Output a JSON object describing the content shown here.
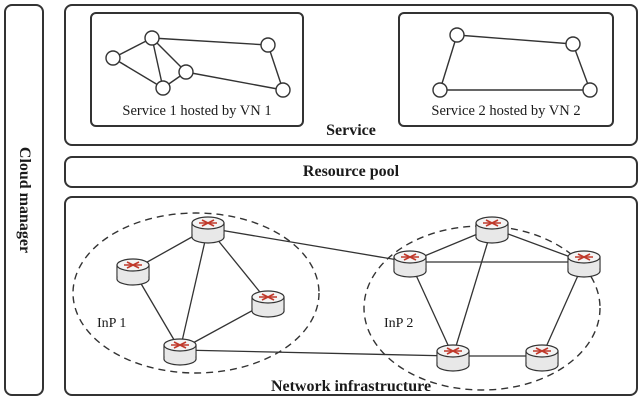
{
  "sidebar": {
    "label": "Cloud manager"
  },
  "service_layer": {
    "title": "Service",
    "vn1_caption": "Service 1 hosted by VN 1",
    "vn2_caption": "Service 2 hosted by VN 2"
  },
  "resource_pool": {
    "title": "Resource pool"
  },
  "infrastructure": {
    "title": "Network infrastructure",
    "inp1_label": "InP 1",
    "inp2_label": "InP 2"
  },
  "colors": {
    "router_marker": "#c0392b",
    "border": "#333333"
  },
  "icons": [
    "router-icon",
    "virtual-node-icon"
  ]
}
